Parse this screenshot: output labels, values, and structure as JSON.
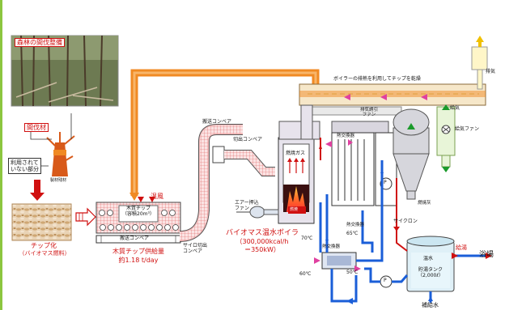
{
  "labels": {
    "forest_title": "森林の間伐整備",
    "thinned_wood": "間伐材",
    "unused_part_l1": "利用されて",
    "unused_part_l2": "いない部分",
    "stump_caption": "製材残材",
    "chip_conversion": "チップ化",
    "biomass_fuel": "（バイオマス燃料）",
    "hot_air": "温風",
    "wood_chip_l1": "木質チップ",
    "wood_chip_l2": "（容積20m³）",
    "transport_conveyor": "搬送コンベア",
    "silo_conveyor_l1": "サイロ切出",
    "silo_conveyor_l2": "コンベア",
    "chip_supply": "木質チップ供給量",
    "chip_supply_value": "約1.18 t/day",
    "transport_conveyor_top": "搬送コンベア",
    "cutout_conveyor": "切出コンベア",
    "combustion_gas": "燃焼ガス",
    "combustion": "燃焼",
    "air_fan_l1": "エアー押込",
    "air_fan_l2": "ファン",
    "boiler_title": "バイオマス温水ボイラ",
    "boiler_output_l1": "（300,000kcal/h",
    "boiler_output_l2": "＝350kW）",
    "exhaust_heat_note": "ボイラーの排熱を利用してチップを乾燥",
    "exhaust_fan_l1": "排気誘引",
    "exhaust_fan_l2": "ファン",
    "heat_exchanger_1": "熱交換器",
    "heat_exchanger_2": "熱交換器",
    "heat_exchanger_3": "熱交換器",
    "combustion_ash": "燃焼灰",
    "cyclone": "サイクロン",
    "exhaust": "排気",
    "intake": "給気",
    "intake_fan": "給気ファン",
    "temp_65": "65℃",
    "temp_70": "70℃",
    "temp_60": "60℃",
    "temp_50": "50℃",
    "pump": "P",
    "hot_water": "温水",
    "supply_hot_water": "給湯",
    "storage_tank_l1": "貯湯タンク",
    "storage_tank_l2": "（2,000ℓ）",
    "bath": "浴場",
    "make_up_water": "補給水"
  },
  "colors": {
    "accent_orange": "#f08a24",
    "water_blue": "#1a5ed8",
    "hot_red": "#d01010",
    "conveyor_pink": "#f2b8b8",
    "frame_green": "#8cc63f"
  }
}
